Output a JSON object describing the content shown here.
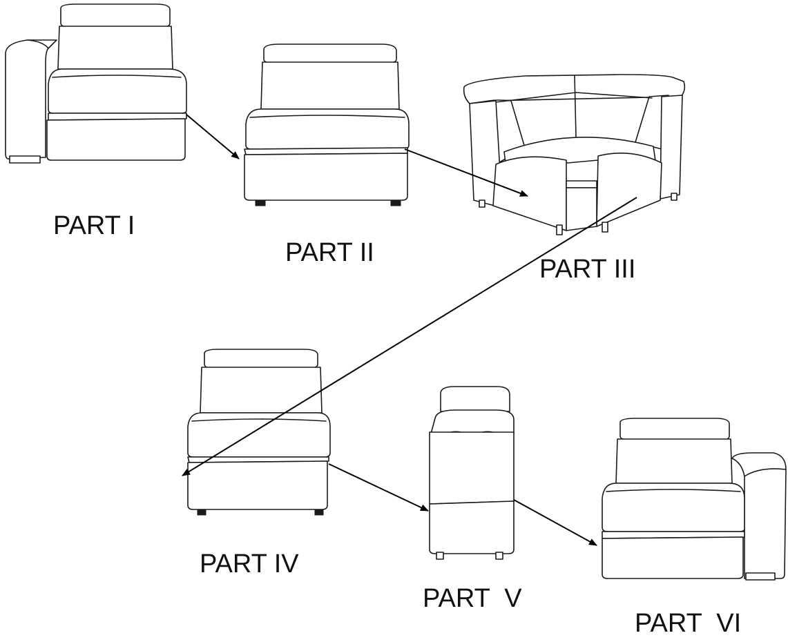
{
  "title": "",
  "parts": [
    {
      "id": "part-1",
      "label": "PART I",
      "kind": "left-arm-seat"
    },
    {
      "id": "part-2",
      "label": "PART II",
      "kind": "armless-seat"
    },
    {
      "id": "part-3",
      "label": "PART III",
      "kind": "corner-seat"
    },
    {
      "id": "part-4",
      "label": "PART IV",
      "kind": "armless-seat"
    },
    {
      "id": "part-5",
      "label": "PART  V",
      "kind": "console-with-cup-holders"
    },
    {
      "id": "part-6",
      "label": "PART  VI",
      "kind": "right-arm-seat"
    }
  ],
  "connections": [
    {
      "from": "PART I",
      "to": "PART II"
    },
    {
      "from": "PART II",
      "to": "PART III"
    },
    {
      "from": "PART III",
      "to": "PART IV"
    },
    {
      "from": "PART IV",
      "to": "PART  V"
    },
    {
      "from": "PART  V",
      "to": "PART  VI"
    }
  ],
  "colors": {
    "line": "#1a1a1a",
    "arrow": "#000000",
    "background": "#ffffff"
  }
}
